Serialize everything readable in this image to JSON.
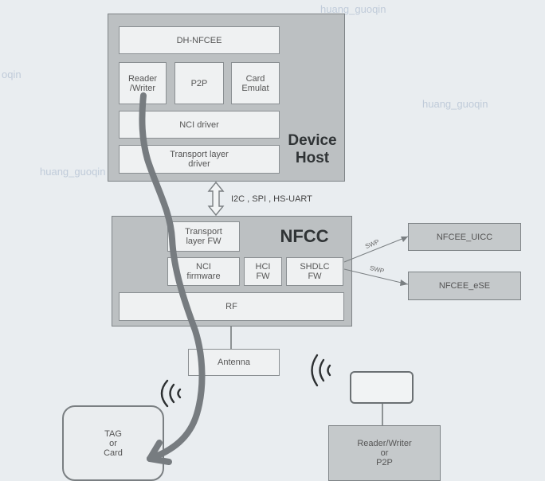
{
  "device_host": {
    "title": "Device\nHost",
    "dh_nfcee": "DH-NFCEE",
    "reader_writer": "Reader\n/Writer",
    "p2p": "P2P",
    "card_emulation": "Card\nEmulat",
    "nci_driver": "NCI driver",
    "transport_driver": "Transport layer\ndriver"
  },
  "interface_label": "I2C , SPI , HS-UART",
  "nfcc": {
    "title": "NFCC",
    "transport_fw": "Transport\nlayer FW",
    "nci_firmware": "NCI\nfirmware",
    "hci_fw": "HCI\nFW",
    "shdlc_fw": "SHDLC\nFW",
    "rf": "RF"
  },
  "antenna": "Antenna",
  "nfcee_uicc": "NFCEE_UICC",
  "nfcee_ese": "NFCEE_eSE",
  "swp1": "SWP",
  "swp2": "SWP",
  "tag_card": "TAG\nor\nCard",
  "reader_p2p": "Reader/Writer\nor\nP2P",
  "watermarks": [
    "huang_guoqin",
    "huang_guoqin",
    "huang_guoqin",
    "oqin"
  ],
  "colors": {
    "flow_arrow": "#777c80",
    "box_fill": "#bcc0c2",
    "background": "#e9edf0"
  }
}
